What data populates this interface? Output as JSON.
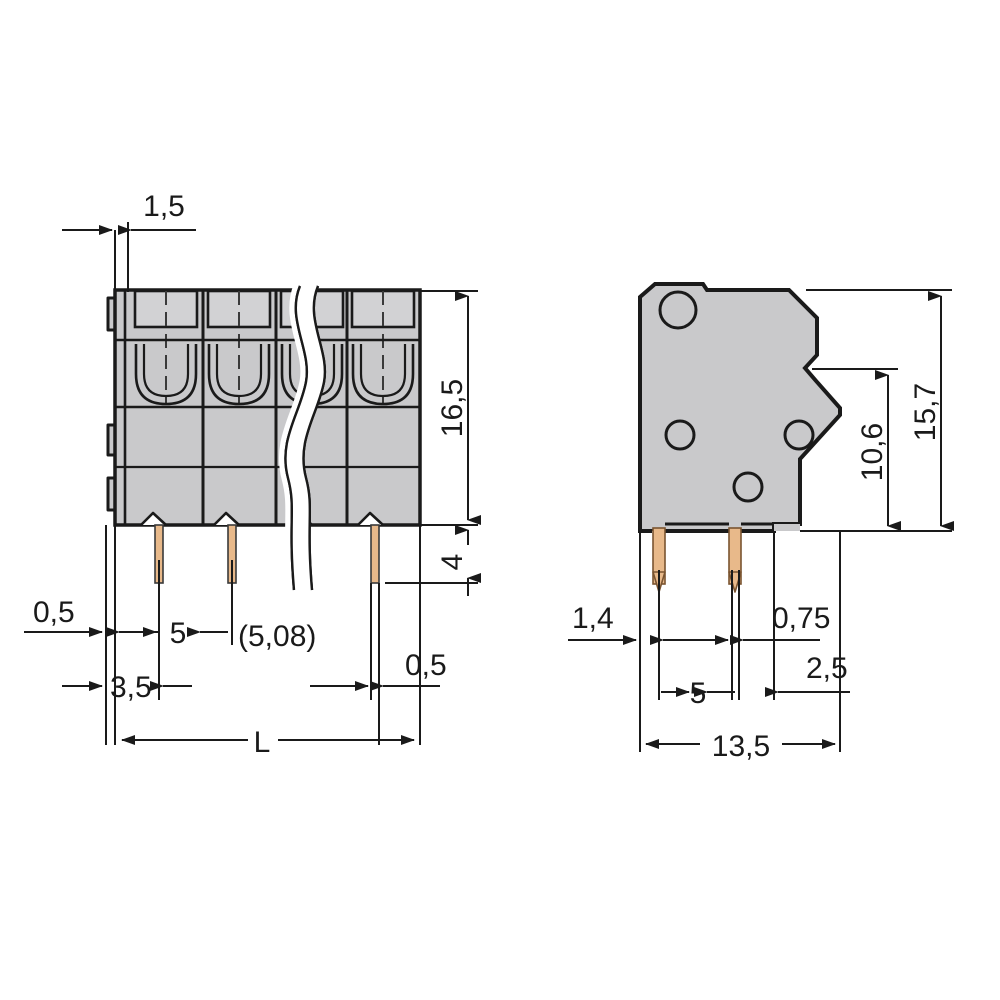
{
  "drawing": {
    "title": "PCB terminal block dimensioned drawing",
    "units": "mm",
    "decimal_separator": "comma",
    "colors": {
      "body_fill": "#c9c9cb",
      "body_fill_light": "#d2d2d4",
      "outline": "#1a1a1a",
      "pin_fill": "#e8b98a",
      "pin_outline": "#3a3a3a",
      "dimension_line": "#1a1a1a",
      "background": "#ffffff"
    },
    "views": [
      {
        "id": "front-view",
        "name": "front-elevation",
        "description": "Front elevation of multi-pole PCB terminal block with break line",
        "poles_shown": 4,
        "break_line": true
      },
      {
        "id": "side-view",
        "name": "side-elevation",
        "description": "Side profile of single pole with mounting pins"
      }
    ]
  },
  "dimensions": {
    "front": {
      "pitch_top": "1,5",
      "height_body": "16,5",
      "pin_length": "4",
      "edge_left": "0,5",
      "first_pin_offset": "3,5",
      "pin_pitch": "5",
      "pin_pitch_alt": "(5,08)",
      "pin_thickness": "0,5",
      "overall_length": "L"
    },
    "side": {
      "front_offset": "1,4",
      "pin_pitch": "5",
      "pin_thickness": "0,75",
      "rear_offset": "2,5",
      "overall_depth": "13,5",
      "height_step": "10,6",
      "height_total": "15,7"
    }
  },
  "labels": [
    {
      "id": "lbl-1-5",
      "text": "1,5",
      "view": "front",
      "orientation": "horizontal"
    },
    {
      "id": "lbl-16-5",
      "text": "16,5",
      "view": "front",
      "orientation": "vertical"
    },
    {
      "id": "lbl-4",
      "text": "4",
      "view": "front",
      "orientation": "vertical"
    },
    {
      "id": "lbl-0-5a",
      "text": "0,5",
      "view": "front",
      "orientation": "horizontal"
    },
    {
      "id": "lbl-5",
      "text": "5",
      "view": "front",
      "orientation": "horizontal"
    },
    {
      "id": "lbl-508",
      "text": "(5,08)",
      "view": "front",
      "orientation": "horizontal"
    },
    {
      "id": "lbl-3-5",
      "text": "3,5",
      "view": "front",
      "orientation": "horizontal"
    },
    {
      "id": "lbl-0-5b",
      "text": "0,5",
      "view": "front",
      "orientation": "horizontal"
    },
    {
      "id": "lbl-L",
      "text": "L",
      "view": "front",
      "orientation": "horizontal"
    },
    {
      "id": "lbl-1-4",
      "text": "1,4",
      "view": "side",
      "orientation": "horizontal"
    },
    {
      "id": "lbl-0-75",
      "text": "0,75",
      "view": "side",
      "orientation": "horizontal"
    },
    {
      "id": "lbl-2-5",
      "text": "2,5",
      "view": "side",
      "orientation": "horizontal"
    },
    {
      "id": "lbl-5b",
      "text": "5",
      "view": "side",
      "orientation": "horizontal"
    },
    {
      "id": "lbl-13-5",
      "text": "13,5",
      "view": "side",
      "orientation": "horizontal"
    },
    {
      "id": "lbl-10-6",
      "text": "10,6",
      "view": "side",
      "orientation": "vertical"
    },
    {
      "id": "lbl-15-7",
      "text": "15,7",
      "view": "side",
      "orientation": "vertical"
    }
  ]
}
